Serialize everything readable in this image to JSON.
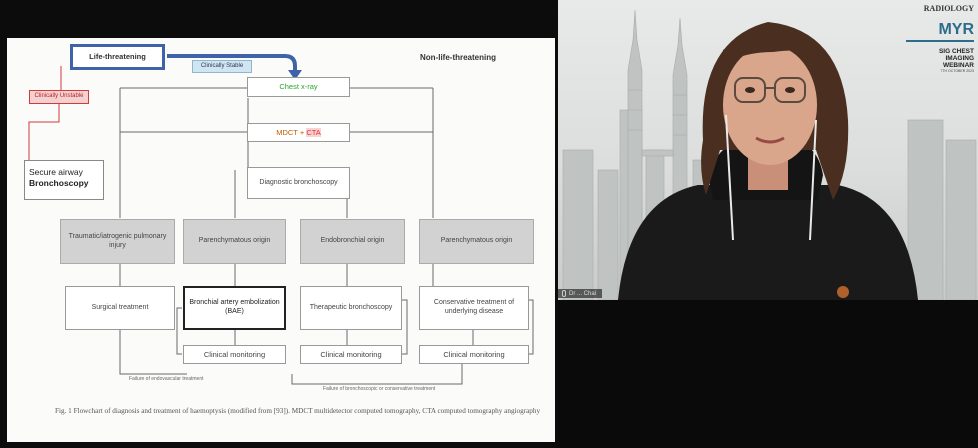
{
  "flowchart": {
    "life_threatening": "Life-threatening",
    "non_life_threatening": "Non-life-threatening",
    "clinically_unstable": "Clinically Unstable",
    "clinically_stable": "Clinically Stable",
    "chest_xray": "Chest x-ray",
    "mdct": "MDCT +",
    "cta": "CTA",
    "secure_airway": "Secure airway",
    "bronchoscopy": "Bronchoscopy",
    "diagnostic_bronchoscopy": "Diagnostic bronchoscopy",
    "origin_traumatic": "Traumatic/iatrogenic pulmonary injury",
    "origin_parenchymatous_1": "Parenchymatous origin",
    "origin_endobronchial": "Endobronchial origin",
    "origin_parenchymatous_2": "Parenchymatous origin",
    "surgical_treatment": "Surgical treatment",
    "bae": "Bronchial artery embolization (BAE)",
    "therapeutic_bronchoscopy": "Therapeutic bronchoscopy",
    "conservative_treatment": "Conservative treatment of underlying disease",
    "clinical_monitoring": "Clinical monitoring",
    "failure_endovascular": "Failure of endovascular treatment",
    "failure_bronchoscopic": "Failure of bronchoscopic or conservative treatment",
    "caption": "Fig. 1  Flowchart of diagnosis and treatment of haemoptysis (modified from [93]). MDCT multidetector computed tomography, CTA computed tomography angiography"
  },
  "video": {
    "logo_brand": "RADIOLOGY",
    "logo_myr": "MYR",
    "logo_sig": "SIG CHEST",
    "logo_imaging": "IMAGING",
    "logo_webinar": "WEBINAR",
    "logo_date": "7TH OCTOBER 2023",
    "speaker_name": "Dr ... Chai"
  },
  "colors": {
    "life_threat_border": "#3f63a8",
    "arrow_blue": "#3f63a8",
    "unstable_red": "#d33a3a",
    "stable_bg": "#cfe5f1",
    "chest_xray_text": "#2ba52b",
    "cta_red": "#e13636"
  }
}
